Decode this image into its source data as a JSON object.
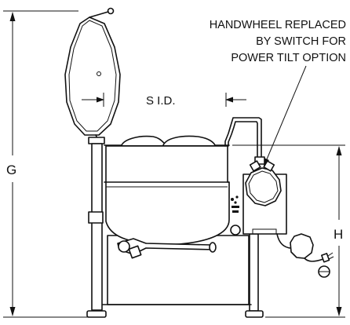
{
  "diagram": {
    "labels": {
      "height_overall": "G",
      "inside_diameter": "S I.D.",
      "height_rim": "H"
    },
    "callout": {
      "lines": [
        "HANDWHEEL REPLACED",
        "BY SWITCH FOR",
        "POWER TILT OPTION"
      ]
    }
  }
}
